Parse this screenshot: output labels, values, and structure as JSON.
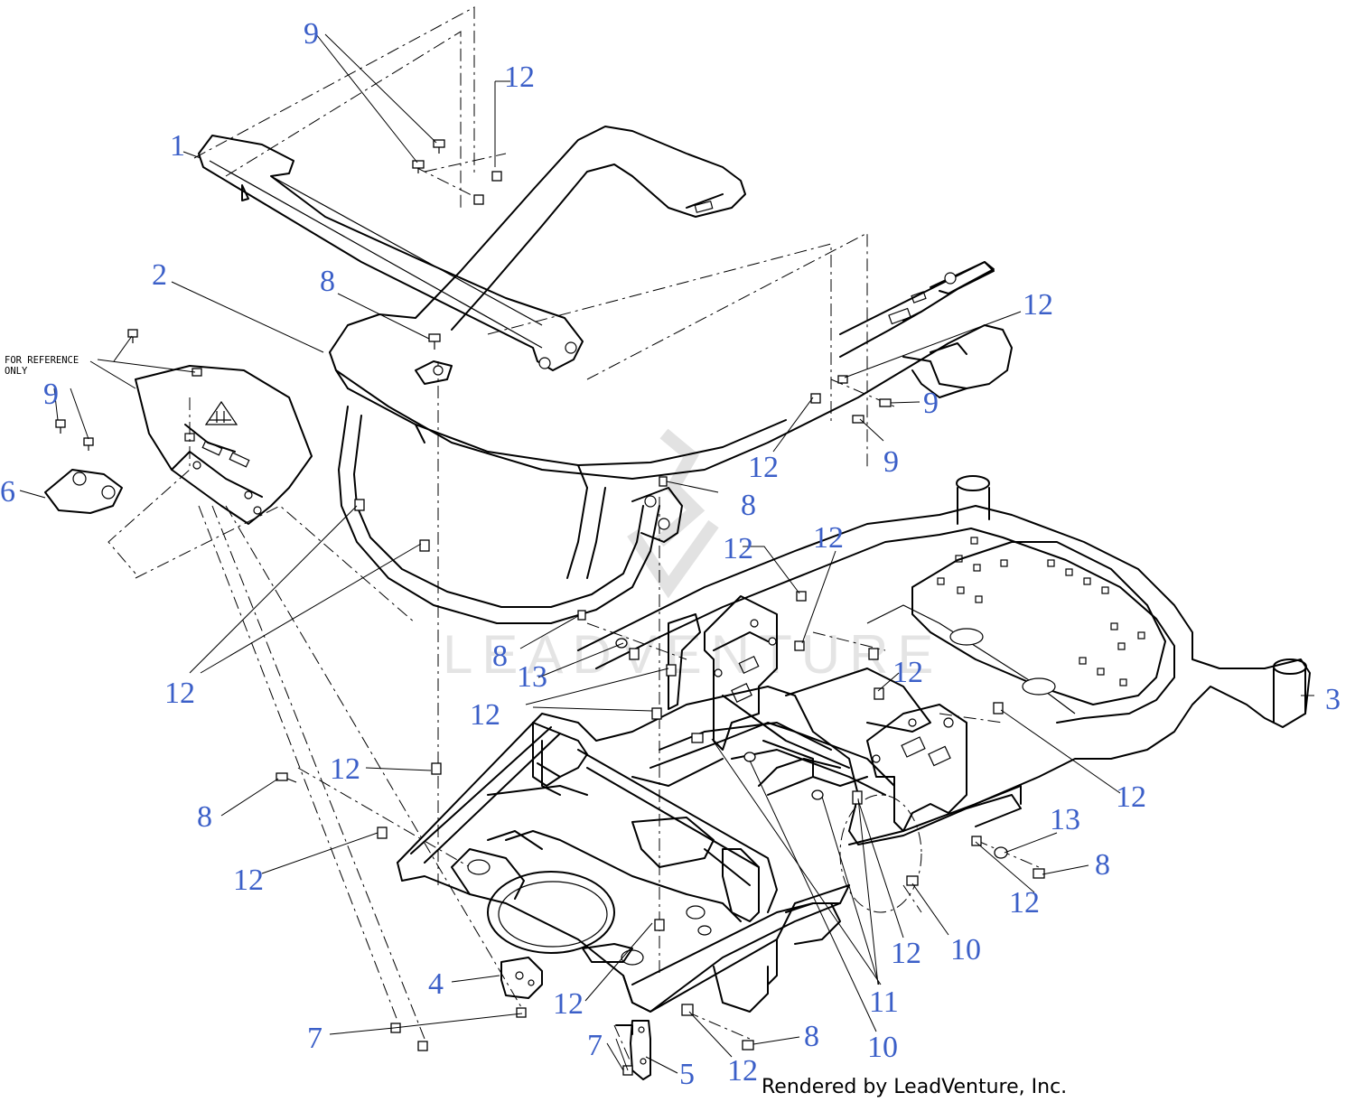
{
  "reference_note": {
    "line1": "FOR REFERENCE",
    "line2": "ONLY"
  },
  "watermark_text": "LEADVENTURE",
  "credit": "Rendered by LeadVenture, Inc.",
  "callout_color": "#3b5fc8",
  "callouts": [
    "1",
    "2",
    "3",
    "4",
    "5",
    "6",
    "7",
    "7",
    "8",
    "8",
    "8",
    "8",
    "8",
    "8",
    "9",
    "9",
    "9",
    "9",
    "10",
    "10",
    "11",
    "12",
    "12",
    "12",
    "12",
    "12",
    "12",
    "12",
    "12",
    "12",
    "12",
    "12",
    "12",
    "12",
    "12",
    "13",
    "13"
  ]
}
